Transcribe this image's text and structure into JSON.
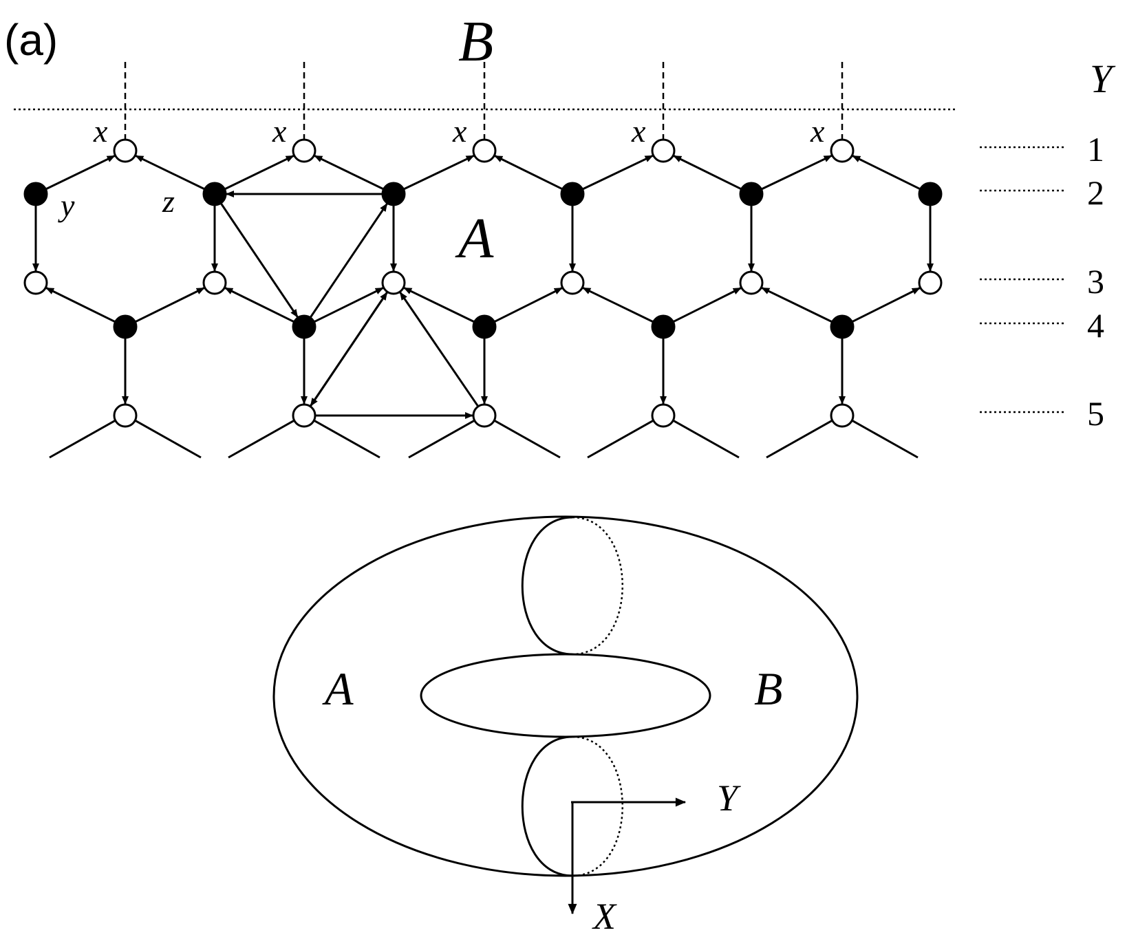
{
  "panel_label": "(a)",
  "lattice": {
    "region_top_label": "B",
    "region_main_label": "A",
    "axis_label": "Y",
    "bond_labels": {
      "x": "x",
      "y": "y",
      "z": "z"
    },
    "row_labels": [
      "1",
      "2",
      "3",
      "4",
      "5"
    ]
  },
  "torus": {
    "region_left_label": "A",
    "region_right_label": "B",
    "axis_y_label": "Y",
    "axis_x_label": "X"
  },
  "colors": {
    "ink": "#000000",
    "background": "#ffffff",
    "open_node_fill": "#ffffff",
    "filled_node": "#000000"
  }
}
